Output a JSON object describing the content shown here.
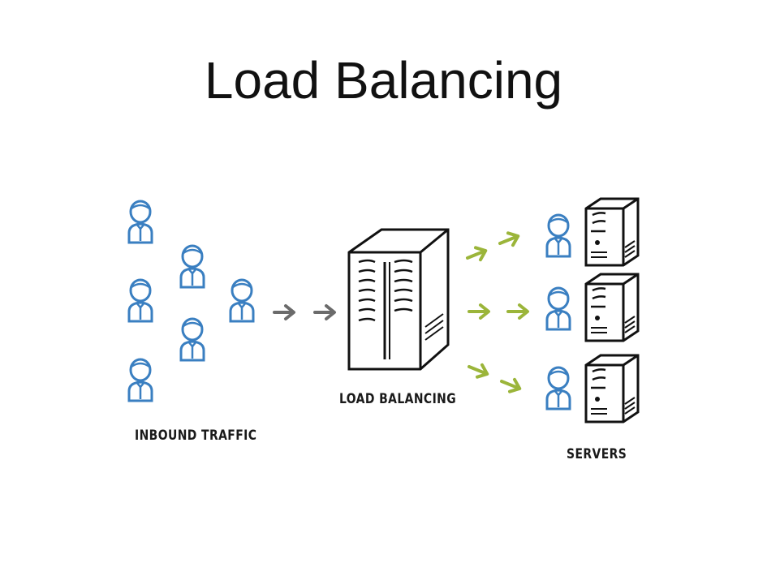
{
  "title": "Load Balancing",
  "labels": {
    "inbound": "INBOUND TRAFFIC",
    "load_balancer": "LOAD BALANCING",
    "servers": "SERVERS"
  },
  "colors": {
    "user_outline": "#3a7fc1",
    "arrow_inbound": "#6b6b6b",
    "arrow_outbound": "#9bb53a",
    "server_outline": "#111111"
  }
}
